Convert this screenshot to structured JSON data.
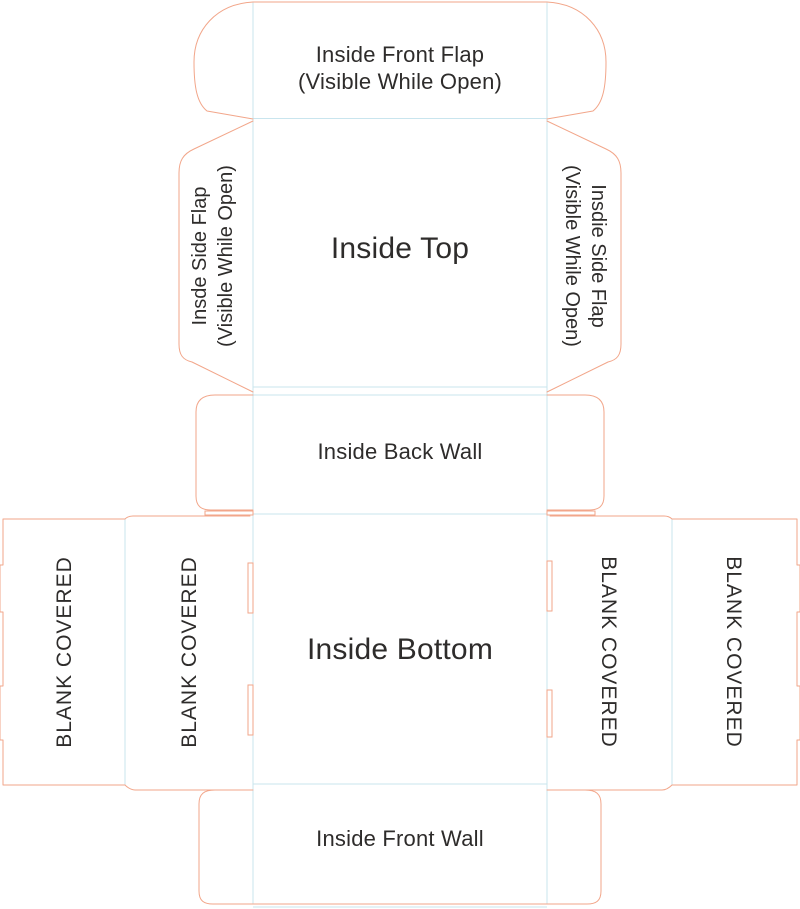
{
  "diagram_type": "box-dieline-template-inside-surfaces",
  "colors": {
    "cut_line": "#f2a68a",
    "fold_line": "#c9e5ee",
    "label_text": "#2e2c2b",
    "background": "#ffffff"
  },
  "panels": {
    "front_flap": {
      "label_line1": "Inside Front Flap",
      "label_line2": "(Visible While Open)"
    },
    "left_side_flap": {
      "label_line1": "Insde Side Flap",
      "label_line2": "(Visible While Open)"
    },
    "right_side_flap": {
      "label_line1": "Insdie Side Flap",
      "label_line2": "(Visible While Open)"
    },
    "top": {
      "label": "Inside Top"
    },
    "back_wall": {
      "label": "Inside Back Wall"
    },
    "bottom": {
      "label": "Inside Bottom"
    },
    "front_wall": {
      "label": "Inside Front Wall"
    },
    "left_outer_glue_panel": {
      "label": "BLANK COVERED"
    },
    "left_inner_side_panel": {
      "label": "BLANK COVERED"
    },
    "right_inner_side_panel": {
      "label": "BLANK COVERED"
    },
    "right_outer_glue_panel": {
      "label": "BLANK COVERED"
    }
  }
}
